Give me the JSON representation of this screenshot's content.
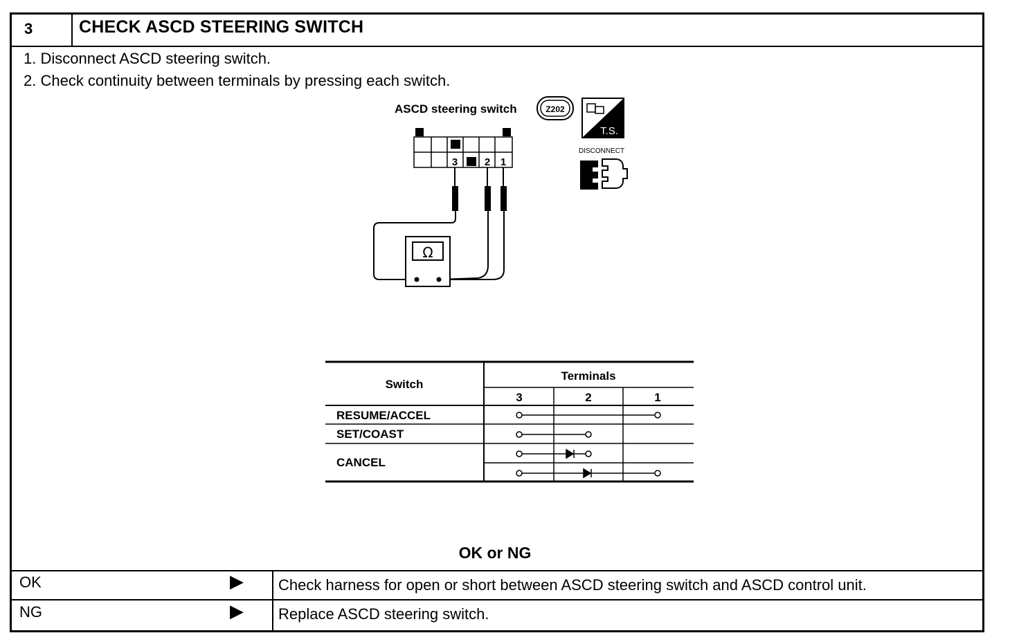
{
  "header": {
    "step_number": "3",
    "title": "CHECK ASCD STEERING SWITCH"
  },
  "steps": [
    "1.  Disconnect ASCD steering switch.",
    "2.  Check continuity between terminals by pressing each switch."
  ],
  "diagram": {
    "label": "ASCD steering switch",
    "connector_code": "Z202",
    "ts_label": "T.S.",
    "disconnect_label": "DISCONNECT",
    "ohm_symbol": "Ω",
    "terminals": [
      "3",
      "2",
      "1"
    ]
  },
  "table": {
    "col_switch": "Switch",
    "col_terminals": "Terminals",
    "terminal_headers": [
      "3",
      "2",
      "1"
    ],
    "rows": [
      "RESUME/ACCEL",
      "SET/COAST",
      "CANCEL"
    ]
  },
  "result": {
    "question": "OK or NG",
    "ok_label": "OK",
    "ok_text": "Check harness for open or short between ASCD steering switch and ASCD control unit.",
    "ng_label": "NG",
    "ng_text": "Replace ASCD steering switch.",
    "arrow": "▶"
  },
  "icons": {
    "arrow": "play-arrow-icon",
    "connector": "connector-icon",
    "ts": "tester-icon",
    "disconnect": "disconnect-icon"
  }
}
